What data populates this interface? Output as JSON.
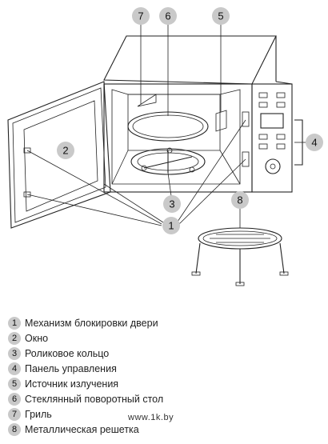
{
  "callouts": [
    "1",
    "2",
    "3",
    "4",
    "5",
    "6",
    "7",
    "8"
  ],
  "legend": [
    {
      "num": "1",
      "text": "Механизм блокировки двери"
    },
    {
      "num": "2",
      "text": "Окно"
    },
    {
      "num": "3",
      "text": "Роликовое кольцо"
    },
    {
      "num": "4",
      "text": "Панель управления"
    },
    {
      "num": "5",
      "text": "Источник излучения"
    },
    {
      "num": "6",
      "text": "Стеклянный поворотный стол"
    },
    {
      "num": "7",
      "text": "Гриль"
    },
    {
      "num": "8",
      "text": "Металлическая решетка"
    }
  ],
  "watermark": "www.1k.by",
  "colors": {
    "callout_fill": "#c9c9c9",
    "line": "#222222"
  }
}
